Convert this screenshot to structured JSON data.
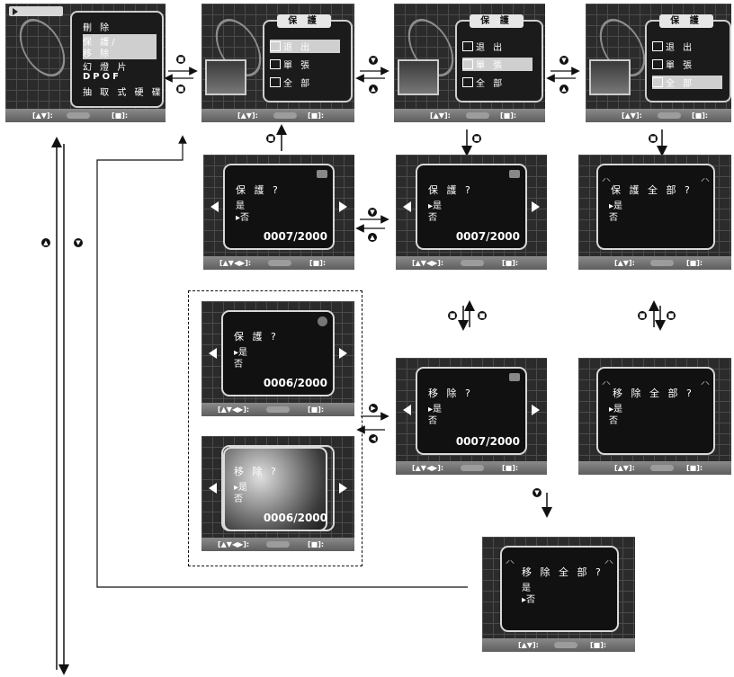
{
  "main_menu": {
    "items": [
      "刪 除",
      "保 護/",
      "移 除",
      "幻 燈 片",
      "DPOF",
      "抽 取 式 硬 碟"
    ],
    "bar_left": "[▲▼]:",
    "bar_right": "[■]:"
  },
  "protect_menus": [
    {
      "head": "保 護",
      "items": [
        "退 出",
        "單 張",
        "全 部"
      ],
      "selected": 0
    },
    {
      "head": "保 護",
      "items": [
        "退 出",
        "單 張",
        "全 部"
      ],
      "selected": 1
    },
    {
      "head": "保 護",
      "items": [
        "退 出",
        "單 張",
        "全 部"
      ],
      "selected": 2
    }
  ],
  "bars": {
    "updown": "[▲▼]:",
    "four": "[▲▼◀▶]:",
    "ok": "[■]:"
  },
  "dialogs": {
    "protect_yes": {
      "title": "保 護 ?",
      "opt1": "是",
      "opt2": "▸否",
      "counter": "0007/2000"
    },
    "protect_no": {
      "title": "保 護 ?",
      "opt1": "▸是",
      "opt2": "否",
      "counter": "0007/2000"
    },
    "protect_all": {
      "title": "保 護 全 部 ?",
      "opt1": "▸是",
      "opt2": "否"
    },
    "protect_still": {
      "title": "保 護 ?",
      "opt1": "▸是",
      "opt2": "否",
      "counter": "0006/2000"
    },
    "remove_photo": {
      "title": "移 除 ?",
      "opt1": "▸是",
      "opt2": "否",
      "counter": "0006/2000"
    },
    "remove": {
      "title": "移 除 ?",
      "opt1": "▸是",
      "opt2": "否",
      "counter": "0007/2000"
    },
    "remove_all": {
      "title": "移 除 全 部 ?",
      "opt1": "▸是",
      "opt2": "否"
    },
    "remove_all_no": {
      "title": "移 除 全 部 ?",
      "opt1": "是",
      "opt2": "▸否"
    }
  },
  "icons": [
    "ok-button-icon",
    "up-button-icon",
    "down-button-icon",
    "right-button-icon",
    "left-button-icon"
  ]
}
